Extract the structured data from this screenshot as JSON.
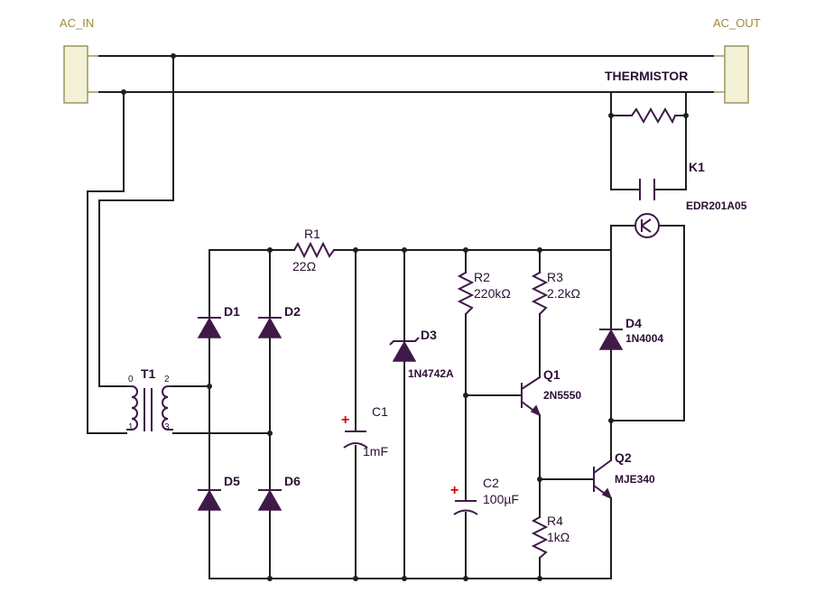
{
  "connectors": {
    "ac_in": "AC_IN",
    "ac_out": "AC_OUT"
  },
  "components": {
    "thermistor": {
      "label": "THERMISTOR"
    },
    "k1": {
      "ref": "K1",
      "part": "EDR201A05"
    },
    "t1": {
      "ref": "T1",
      "pin0": "0",
      "pin1": "1",
      "pin2": "2",
      "pin3": "3"
    },
    "d1": {
      "ref": "D1"
    },
    "d2": {
      "ref": "D2"
    },
    "d5": {
      "ref": "D5"
    },
    "d6": {
      "ref": "D6"
    },
    "r1": {
      "ref": "R1",
      "value": "22Ω"
    },
    "c1": {
      "ref": "C1",
      "value": "1mF",
      "polarity": "+"
    },
    "d3": {
      "ref": "D3",
      "part": "1N4742A"
    },
    "r2": {
      "ref": "R2",
      "value": "220kΩ"
    },
    "r3": {
      "ref": "R3",
      "value": "2.2kΩ"
    },
    "c2": {
      "ref": "C2",
      "value": "100µF",
      "polarity": "+"
    },
    "q1": {
      "ref": "Q1",
      "part": "2N5550"
    },
    "r4": {
      "ref": "R4",
      "value": "1kΩ"
    },
    "d4": {
      "ref": "D4",
      "part": "1N4004"
    },
    "q2": {
      "ref": "Q2",
      "part": "MJE340"
    }
  },
  "colors": {
    "wire": "#1f1f1f",
    "component": "#3f1a48",
    "connector_fill": "#f3f1d6",
    "connector_stroke": "#9c9660",
    "polarity_mark": "#d40000"
  }
}
